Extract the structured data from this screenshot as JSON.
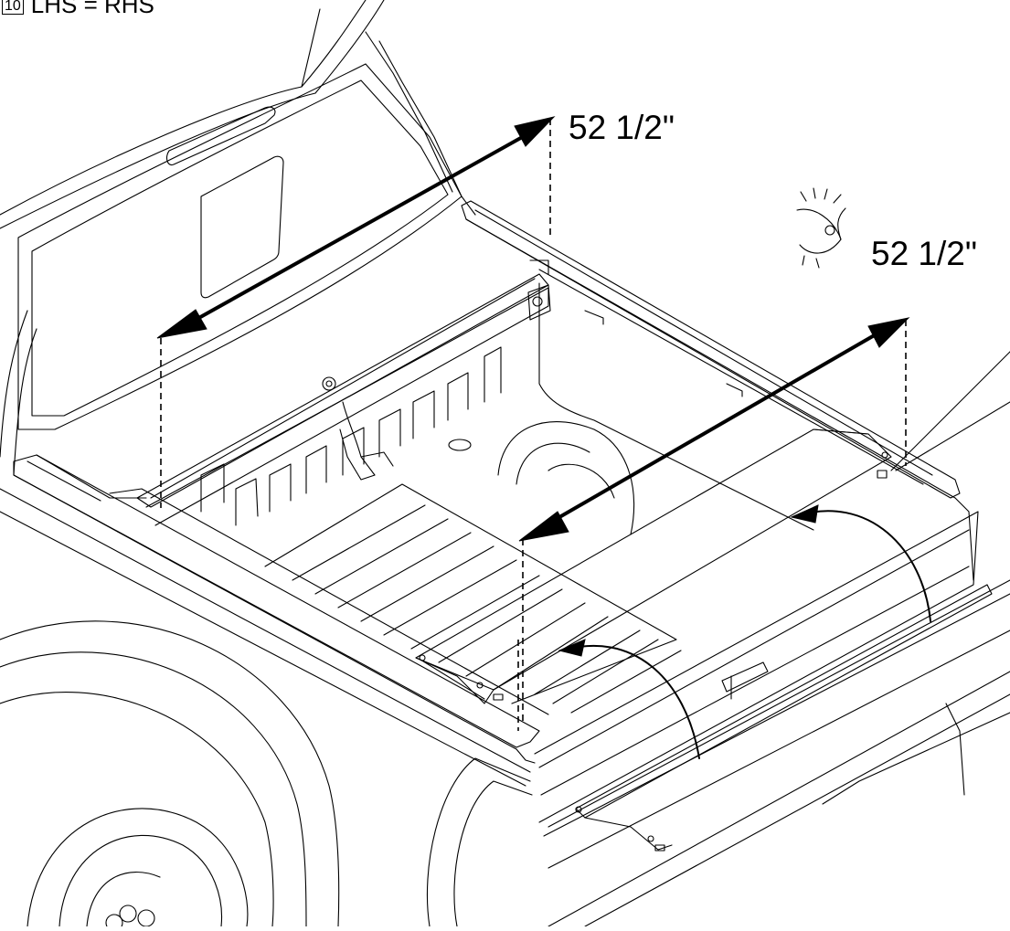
{
  "diagram": {
    "step_number": "10",
    "caption": "LHS = RHS",
    "measurements": {
      "front": "52 1/2\"",
      "rear": "52 1/2\""
    },
    "icons": [
      "eye-icon"
    ]
  }
}
